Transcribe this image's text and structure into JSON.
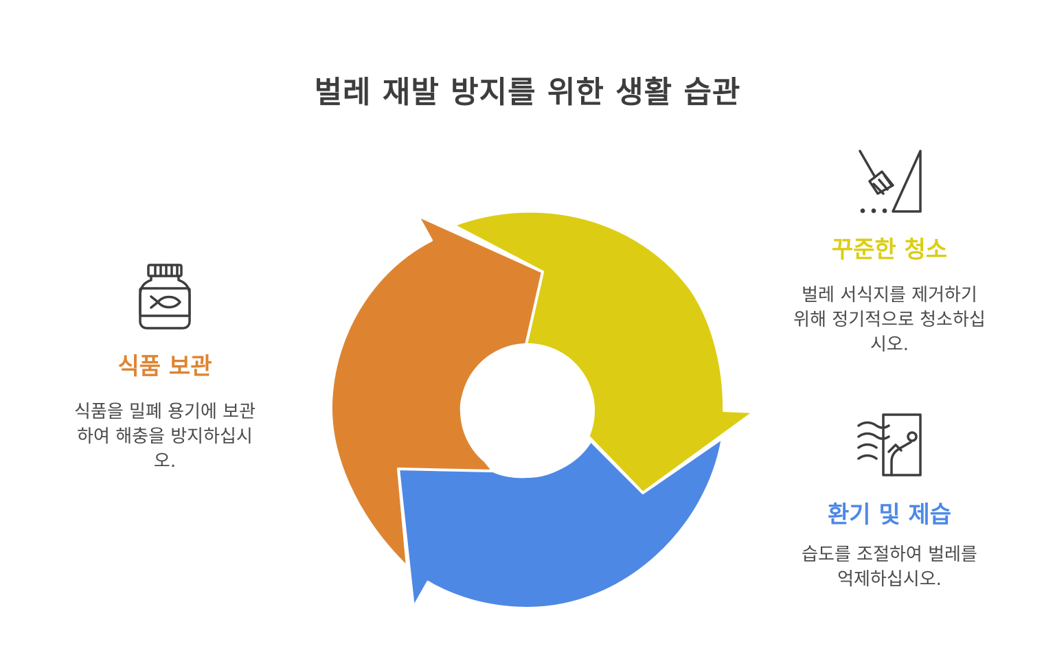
{
  "title": "벌레 재발 방지를 위한 생활 습관",
  "steps": [
    {
      "heading": "식품 보관",
      "description": "식품을 밀폐 용기에 보관하여 해충을 방지하십시오.",
      "icon": "jar-icon",
      "color": "#de8431"
    },
    {
      "heading": "꾸준한 청소",
      "description": "벌레 서식지를 제거하기 위해 정기적으로 청소하십시오.",
      "icon": "broom-icon",
      "color": "#dccd14"
    },
    {
      "heading": "환기 및 제습",
      "description": "습도를 조절하여 벌레를 억제하십시오.",
      "icon": "window-air-icon",
      "color": "#4e88e5"
    }
  ]
}
